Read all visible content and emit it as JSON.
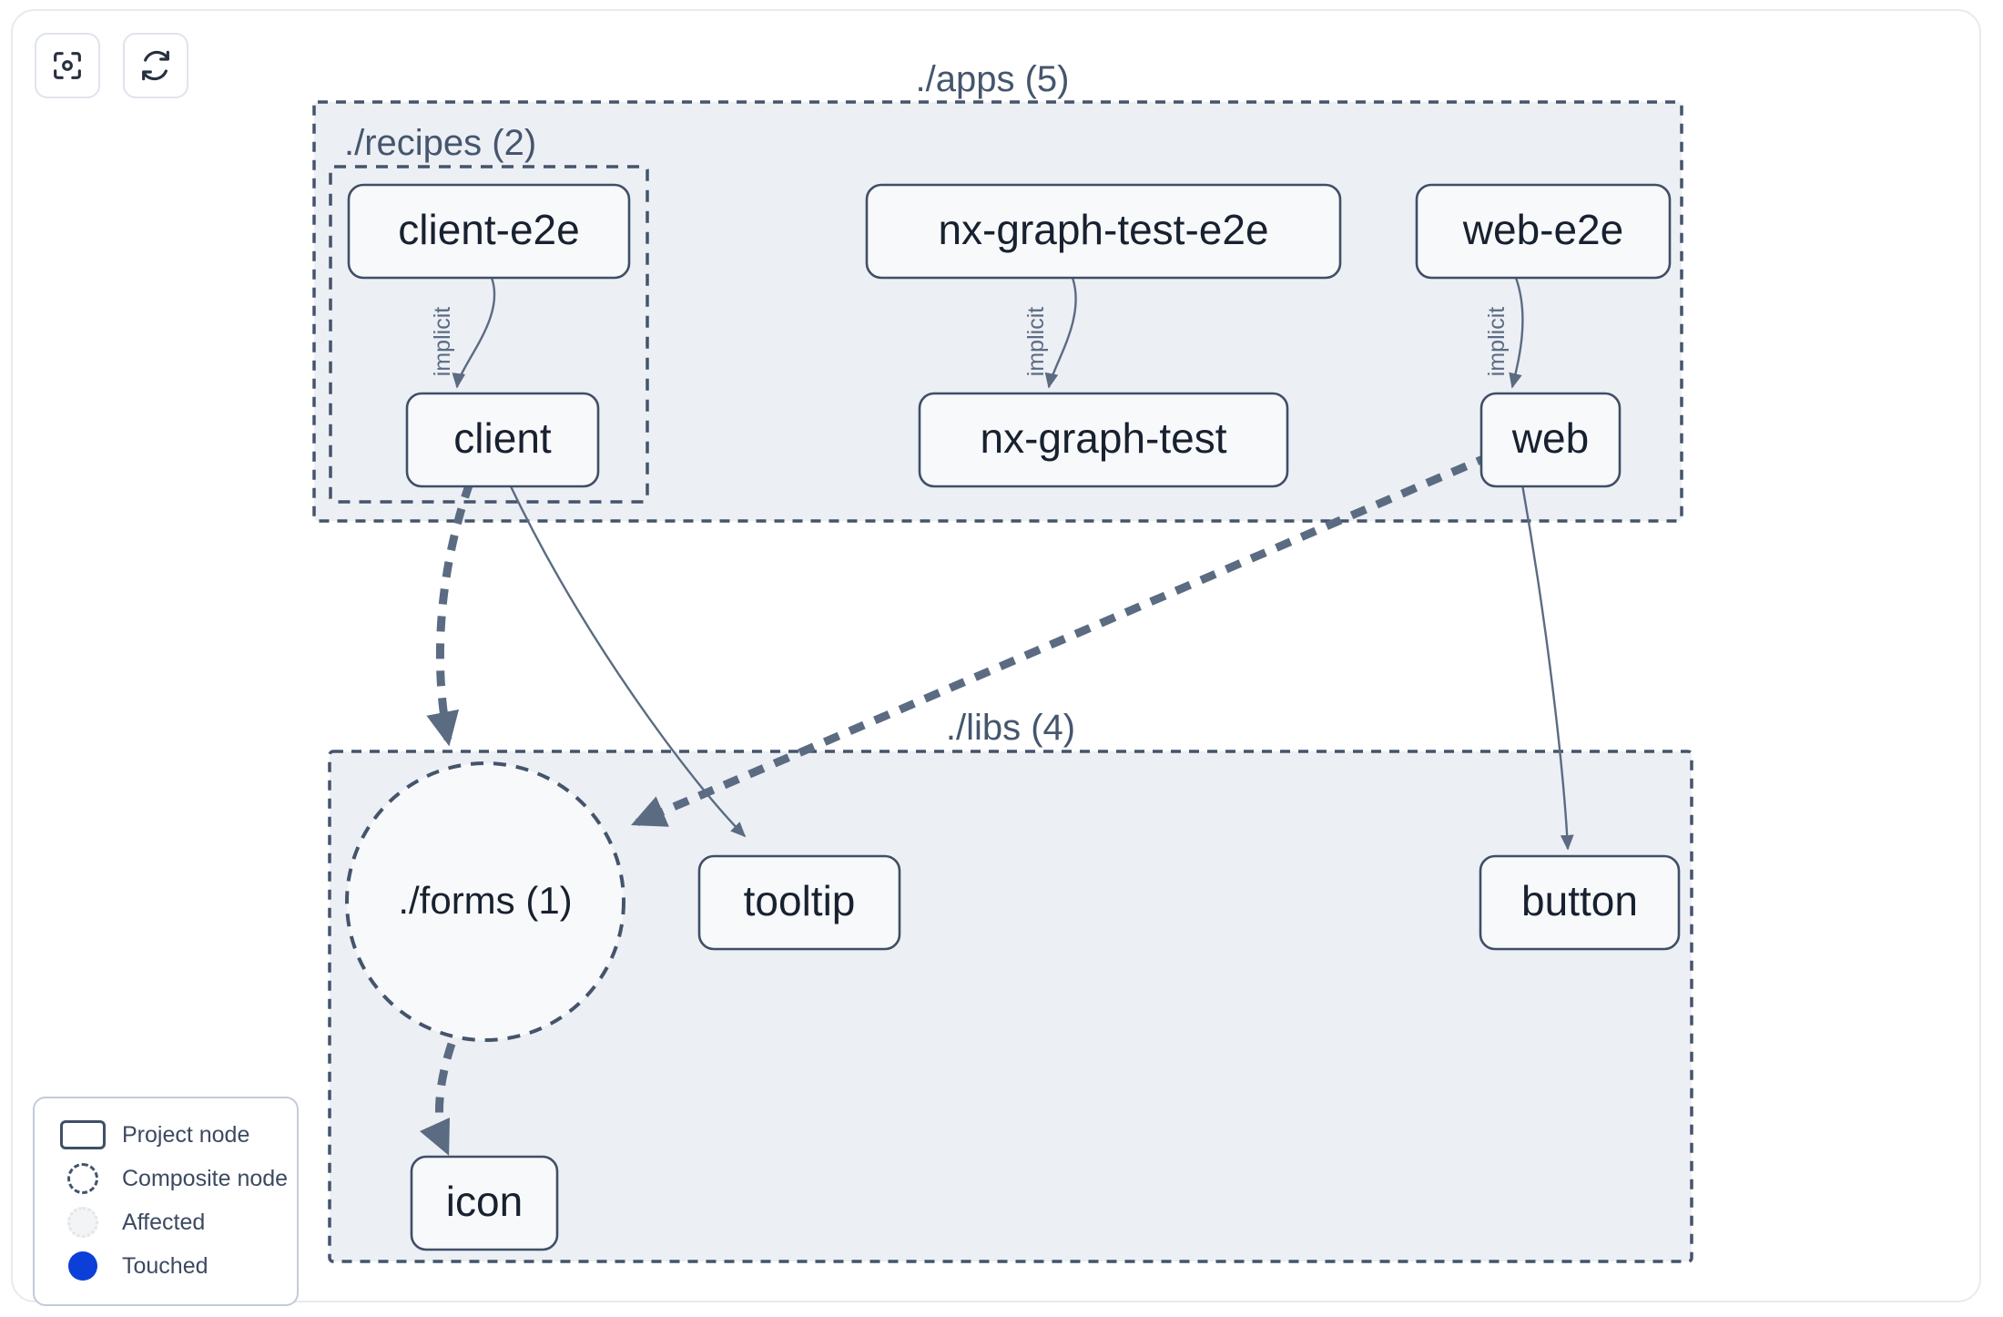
{
  "toolbar": {
    "buttons": [
      {
        "name": "focus-graph-button",
        "icon": "focus-target-icon",
        "tooltip": "Focus graph"
      },
      {
        "name": "refresh-graph-button",
        "icon": "refresh-icon",
        "tooltip": "Refresh graph"
      }
    ]
  },
  "graph": {
    "containers": [
      {
        "id": "apps",
        "label": "./apps (5)",
        "count": 5
      },
      {
        "id": "recipes",
        "label": "./recipes (2)",
        "count": 2
      },
      {
        "id": "libs",
        "label": "./libs (4)",
        "count": 4
      }
    ],
    "nodes": [
      {
        "id": "client-e2e",
        "label": "client-e2e",
        "type": "project",
        "group": "recipes"
      },
      {
        "id": "client",
        "label": "client",
        "type": "project",
        "group": "recipes"
      },
      {
        "id": "nx-graph-test-e2e",
        "label": "nx-graph-test-e2e",
        "type": "project",
        "group": "apps"
      },
      {
        "id": "nx-graph-test",
        "label": "nx-graph-test",
        "type": "project",
        "group": "apps"
      },
      {
        "id": "web-e2e",
        "label": "web-e2e",
        "type": "project",
        "group": "apps"
      },
      {
        "id": "web",
        "label": "web",
        "type": "project",
        "group": "apps"
      },
      {
        "id": "forms",
        "label": "./forms (1)",
        "type": "composite",
        "group": "libs"
      },
      {
        "id": "tooltip",
        "label": "tooltip",
        "type": "project",
        "group": "libs"
      },
      {
        "id": "button",
        "label": "button",
        "type": "project",
        "group": "libs"
      },
      {
        "id": "icon",
        "label": "icon",
        "type": "project",
        "group": "libs"
      }
    ],
    "edges": [
      {
        "from": "client-e2e",
        "to": "client",
        "label": "implicit",
        "style": "solid"
      },
      {
        "from": "nx-graph-test-e2e",
        "to": "nx-graph-test",
        "label": "implicit",
        "style": "solid"
      },
      {
        "from": "web-e2e",
        "to": "web",
        "label": "implicit",
        "style": "solid"
      },
      {
        "from": "client",
        "to": "forms",
        "label": "",
        "style": "dashed"
      },
      {
        "from": "client",
        "to": "tooltip",
        "label": "",
        "style": "solid"
      },
      {
        "from": "web",
        "to": "forms",
        "label": "",
        "style": "dashed"
      },
      {
        "from": "web",
        "to": "button",
        "label": "",
        "style": "solid"
      },
      {
        "from": "forms",
        "to": "icon",
        "label": "",
        "style": "dashed"
      }
    ]
  },
  "legend": {
    "items": [
      {
        "swatch": "project-node-swatch",
        "label": "Project node"
      },
      {
        "swatch": "composite-node-swatch",
        "label": "Composite node"
      },
      {
        "swatch": "affected-swatch",
        "label": "Affected"
      },
      {
        "swatch": "touched-swatch",
        "label": "Touched"
      }
    ]
  },
  "colors": {
    "container_fill": "#eceff4",
    "container_stroke": "#44546b",
    "node_fill": "#f8f9fb",
    "node_stroke": "#3f4f66",
    "edge": "#5b6b82",
    "touched": "#0b3fd8",
    "page_bg": "#ffffff"
  }
}
